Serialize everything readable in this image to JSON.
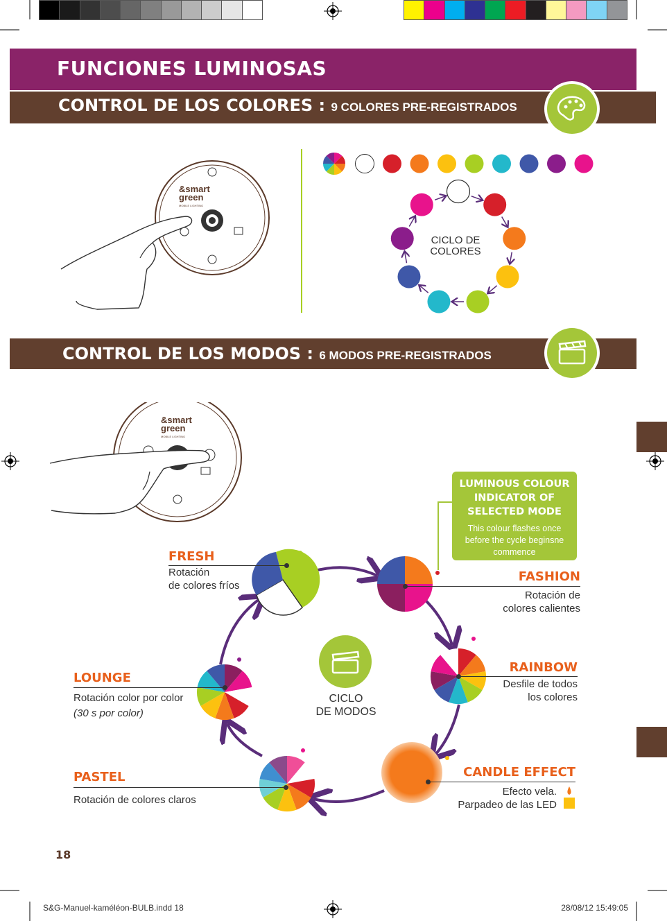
{
  "calibration_bar": {
    "grays": [
      "#000000",
      "#1a1a1a",
      "#333333",
      "#4d4d4d",
      "#666666",
      "#808080",
      "#999999",
      "#b3b3b3",
      "#cccccc",
      "#e6e6e6",
      "#ffffff"
    ],
    "colors": [
      "#fff200",
      "#ec008c",
      "#00aeef",
      "#2e3192",
      "#00a651",
      "#ed1c24",
      "#231f20",
      "#fff799",
      "#f49ac1",
      "#7fd4f5",
      "#939598"
    ]
  },
  "page_title": "FUNCIONES LUMINOSAS",
  "colors_section": {
    "title": "CONTROL DE LOS COLORES :",
    "subtitle": "9 COLORES PRE-REGISTRADOS",
    "icon": "palette-icon",
    "color_swatches": [
      "#ffffff",
      "#d6202a",
      "#f47a1c",
      "#fcc10f",
      "#a8cf23",
      "#23b8cb",
      "#3f58a8",
      "#8b1d8b",
      "#e8138c"
    ],
    "cycle_label_line1": "CICLO DE",
    "cycle_label_line2": "COLORES",
    "cycle_colors": [
      "#ffffff",
      "#d6202a",
      "#f47a1c",
      "#fcc10f",
      "#a8cf23",
      "#23b8cb",
      "#3f58a8",
      "#8b1d8b",
      "#e8138c"
    ]
  },
  "device": {
    "brand_line1": "&smart",
    "brand_line2": "green",
    "brand_tagline": "MOBILE LIGHTING"
  },
  "modes_section": {
    "title": "CONTROL DE LOS MODOS :",
    "subtitle": "6 MODOS PRE-REGISTRADOS",
    "icon": "clapperboard-icon",
    "cycle_label_line1": "CICLO",
    "cycle_label_line2": "DE MODOS"
  },
  "info_box": {
    "title_line1": "LUMINOUS COLOUR",
    "title_line2": "INDICATOR OF",
    "title_line3": "SELECTED MODE",
    "text_line1": "This colour flashes once",
    "text_line2": "before the cycle beginsne",
    "text_line3": "commence"
  },
  "modes": {
    "fresh": {
      "name": "FRESH",
      "desc1": "Rotación",
      "desc2": "de colores fríos"
    },
    "fashion": {
      "name": "FASHION",
      "desc1": "Rotación de",
      "desc2": "colores calientes"
    },
    "rainbow": {
      "name": "RAINBOW",
      "desc1": "Desfile de todos",
      "desc2": "los colores"
    },
    "candle": {
      "name": "CANDLE EFFECT",
      "desc1": "Efecto vela.",
      "desc2": "Parpadeo de las LED"
    },
    "pastel": {
      "name": "PASTEL",
      "desc1": "Rotación de colores claros"
    },
    "lounge": {
      "name": "LOUNGE",
      "desc1": "Rotación color por color",
      "desc2": "(30 s por color)"
    }
  },
  "page_number": "18",
  "footer": {
    "file": "S&G-Manuel-kaméléon-BULB.indd   18",
    "date": "28/08/12   15:49:05"
  }
}
